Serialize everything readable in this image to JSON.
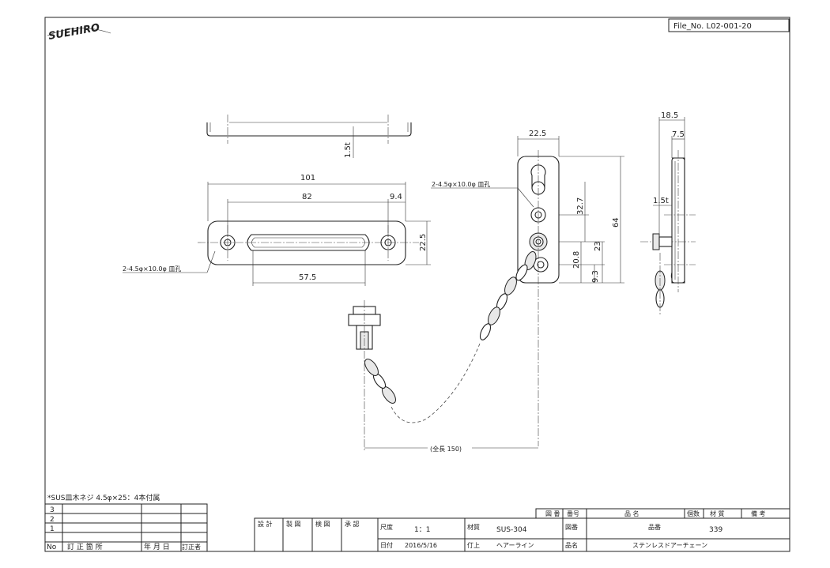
{
  "logo": {
    "text": "SUEHIRO"
  },
  "file_no": "File_No.  L02-001-20",
  "dimensions": {
    "top_view": {
      "thickness": "1.5t"
    },
    "plate": {
      "overall": "101",
      "hole_pitch": "82",
      "edge_offset": "9.4",
      "height": "22.5",
      "slot": "57.5",
      "holes": "2-4.5φ×10.0φ 皿孔"
    },
    "bracket": {
      "width": "22.5",
      "holes": "2-4.5φ×10.0φ 皿孔",
      "d1": "32.7",
      "d2": "64",
      "d3": "23",
      "d4": "20.8",
      "d5": "9.3"
    },
    "side": {
      "w1": "18.5",
      "w2": "7.5",
      "thickness": "1.5t"
    },
    "chain": {
      "length": "(全長 150)"
    }
  },
  "note": "*SUS皿木ネジ  4.5φ×25：4本付属",
  "revision": {
    "rows": [
      "3",
      "2",
      "1"
    ],
    "headers": [
      "No",
      "訂  正  箇  所",
      "年 月 日",
      "訂正者"
    ]
  },
  "title_block": {
    "roles": [
      "設 計",
      "製 図",
      "検 図",
      "承 認"
    ],
    "scale_label": "尺度",
    "scale": "1：1",
    "date_label": "日付",
    "date": "2016/5/16",
    "material_label": "材質",
    "material": "SUS-304",
    "finish_label": "仃上",
    "finish": "ヘアーライン",
    "drawing_no_label": "図番",
    "name_label": "品名",
    "name": "ステンレスドアーチェーン",
    "item_no_label": "品番",
    "item_no": "339",
    "parts_headers": [
      "図   番",
      "番号",
      "品     名",
      "個数",
      "材  質",
      "備  考"
    ]
  }
}
